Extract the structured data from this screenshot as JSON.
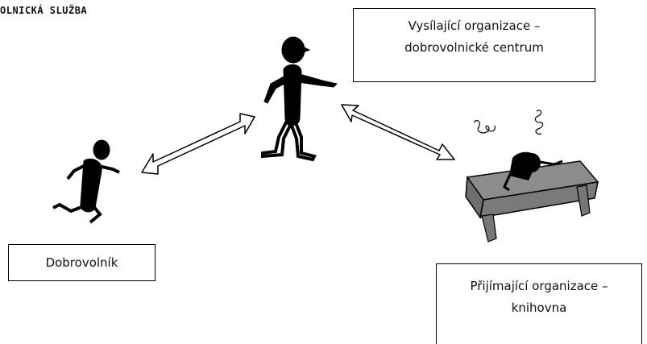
{
  "header": {
    "title": "OLNICKÁ SLUŽBA"
  },
  "nodes": {
    "sending_org": {
      "line1": "Vysílající organizace –",
      "line2": "dobrovolnické centrum"
    },
    "volunteer": {
      "label": "Dobrovolník"
    },
    "receiving_org": {
      "line1": "Přijímající organizace –",
      "line2": "knihovna"
    }
  },
  "figures": {
    "sending": "pointing-stick-figure-icon",
    "volunteer": "running-stick-figure-icon",
    "receiving": "stick-figure-at-desk-icon"
  },
  "colors": {
    "ink": "#000000",
    "desk": "#8c8c8c",
    "background": "#ffffff"
  }
}
